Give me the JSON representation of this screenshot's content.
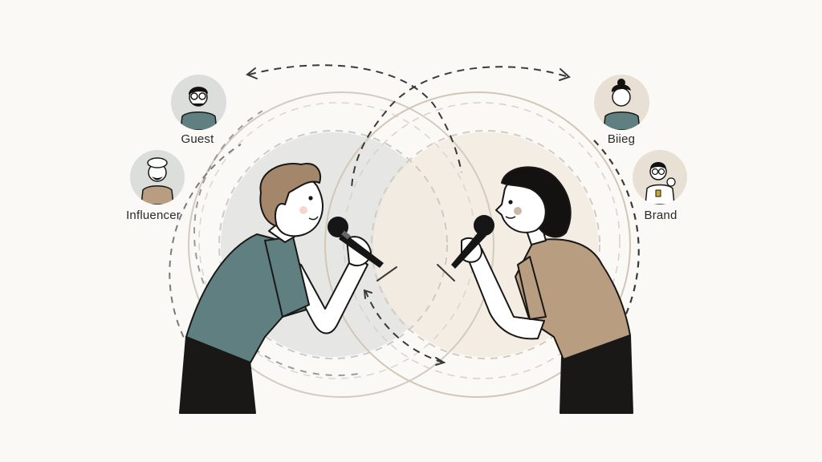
{
  "illustration": {
    "subject": "Two people facing each other speaking into microphones with overlapping circles and dashed exchange arrows",
    "background_color": "#faf9f6",
    "colors": {
      "left_circle_fill": "#e6e7e4",
      "right_circle_fill": "#f2ebe0",
      "ring_stroke": "#cfc7bb",
      "dashed_arrow": "#3a3a3a",
      "left_shirt": "#5f7f80",
      "right_shirt": "#b89d80",
      "pants": "#1a1816",
      "left_hair": "#a4876a",
      "right_hair": "#141210",
      "skin": "#ffffff",
      "avatar_bg_cool": "#dcdedb",
      "avatar_bg_warm": "#e8e0d4"
    }
  },
  "personas": [
    {
      "label": "Guest",
      "side": "left",
      "icon": "guest-avatar-icon"
    },
    {
      "label": "Influencer",
      "side": "left",
      "icon": "influencer-avatar-icon"
    },
    {
      "label": "Biieg",
      "side": "right",
      "icon": "blogger-avatar-icon"
    },
    {
      "label": "Brand",
      "side": "right",
      "icon": "brand-avatar-icon"
    }
  ]
}
